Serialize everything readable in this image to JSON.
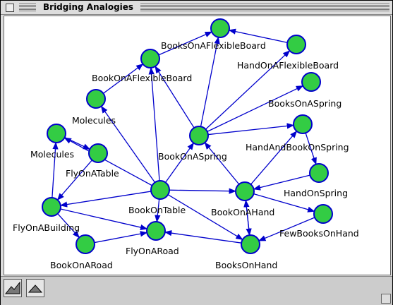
{
  "window": {
    "title": "Bridging Analogies"
  },
  "graph": {
    "node_color": "#33cc44",
    "edge_color": "#0000cc",
    "labels": [
      "BooksOnAFlexibleBoard",
      "HandOnAFlexibleBoard",
      "BookOnAFlexibleBoard",
      "BooksOnASpring",
      "Molecules",
      "HandAndBookOnSpring",
      "Molecules",
      "BookOnASpring",
      "FlyOnATable",
      "HandOnSpring",
      "BookOnTable",
      "BookOnAHand",
      "FlyOnABuilding",
      "FewBooksOnHand",
      "FlyOnARoad",
      "BookOnARoad",
      "BooksOnHand"
    ]
  },
  "toolbar": {
    "buttons": [
      {
        "name": "layout-tool-1-icon"
      },
      {
        "name": "layout-tool-2-icon"
      }
    ]
  }
}
